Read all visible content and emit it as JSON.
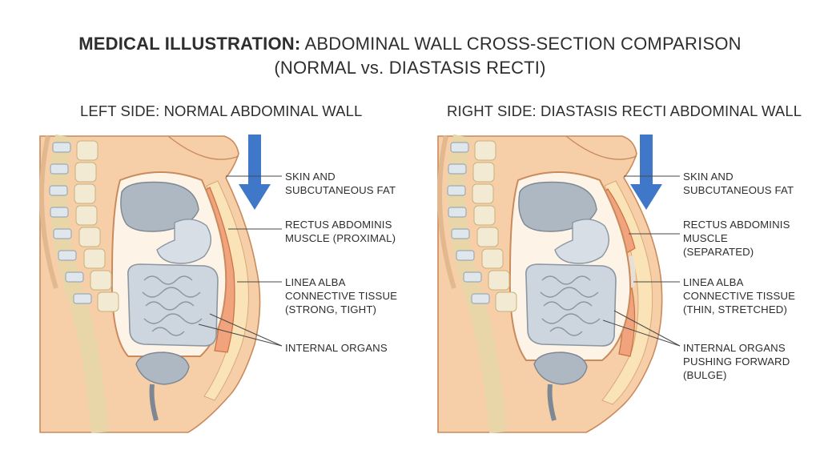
{
  "title": {
    "bold_part": "MEDICAL ILLUSTRATION:",
    "rest_part": " ABDOMINAL WALL CROSS-SECTION COMPARISON",
    "line2": "(NORMAL vs. DIASTASIS RECTI)"
  },
  "left_panel": {
    "heading": "LEFT SIDE: NORMAL ABDOMINAL WALL",
    "labels": {
      "skin": [
        "SKIN AND",
        "SUBCUTANEOUS FAT"
      ],
      "rectus": [
        "RECTUS ABDOMINIS",
        "MUSCLE (PROXIMAL)"
      ],
      "linea": [
        "LINEA ALBA",
        "CONNECTIVE TISSUE",
        "(STRONG, TIGHT)"
      ],
      "organs": [
        "INTERNAL ORGANS"
      ]
    }
  },
  "right_panel": {
    "heading": "RIGHT SIDE: DIASTASIS RECTI ABDOMINAL WALL",
    "labels": {
      "skin": [
        "SKIN AND",
        "SUBCUTANEOUS FAT"
      ],
      "rectus": [
        "RECTUS ABDOMINIS",
        "MUSCLE",
        "(SEPARATED)"
      ],
      "linea": [
        "LINEA ALBA",
        "CONNECTIVE TISSUE",
        "(THIN, STRETCHED)"
      ],
      "organs": [
        "INTERNAL ORGANS",
        "PUSHING FORWARD",
        "(BULGE)"
      ]
    }
  },
  "colors": {
    "skin": "#f6cfa9",
    "skin_outline": "#c98a5c",
    "fat": "#fbe3b8",
    "muscle": "#f0a37c",
    "organ": "#c9d3dc",
    "organ_dark": "#9eaab6",
    "arrow": "#3f78c8",
    "spine": "#f1e6c8"
  },
  "icons": {
    "force_arrow": "down-arrow-icon"
  }
}
